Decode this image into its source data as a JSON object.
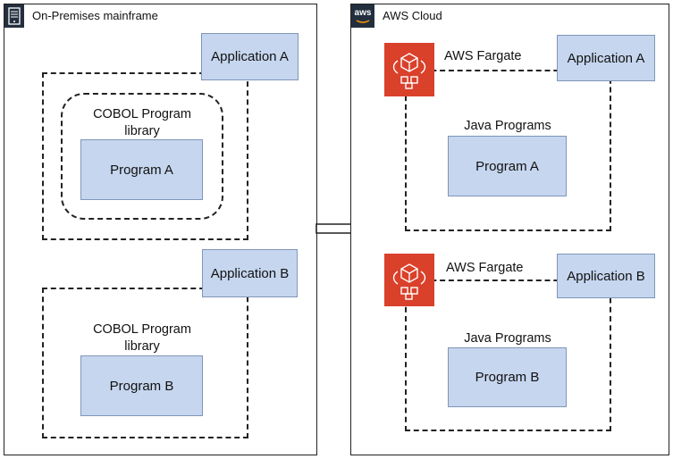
{
  "left": {
    "title": "On-Premises mainframe",
    "app_a": "Application A",
    "app_b": "Application B",
    "lib_top_line1": "COBOL Program",
    "lib_top_line2": "library",
    "lib_bottom_line1": "COBOL Program",
    "lib_bottom_line2": "library",
    "program_a": "Program A",
    "program_b": "Program B"
  },
  "right": {
    "title": "AWS Cloud",
    "logo_text": "aws",
    "fargate_top": "AWS Fargate",
    "fargate_bottom": "AWS Fargate",
    "app_a": "Application A",
    "app_b": "Application B",
    "java_top": "Java Programs",
    "java_bottom": "Java Programs",
    "program_a": "Program A",
    "program_b": "Program B"
  },
  "icons": [
    "server-icon",
    "aws-logo-icon",
    "fargate-icon",
    "arrow-right-icon"
  ],
  "colors": {
    "box_fill": "#c6d6ef",
    "box_border": "#7f96b8",
    "fargate": "#d9412b",
    "aws_badge": "#232f3e"
  }
}
